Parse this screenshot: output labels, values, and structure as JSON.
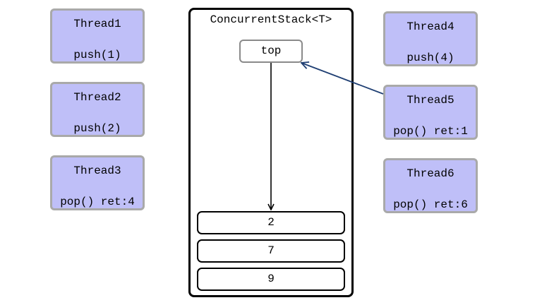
{
  "stack": {
    "title": "ConcurrentStack<T>",
    "top_label": "top",
    "nodes": [
      "2",
      "7",
      "9"
    ]
  },
  "threads": [
    {
      "name": "Thread1",
      "op": "push(1)"
    },
    {
      "name": "Thread2",
      "op": "push(2)"
    },
    {
      "name": "Thread3",
      "op": "pop() ret:4"
    },
    {
      "name": "Thread4",
      "op": "push(4)"
    },
    {
      "name": "Thread5",
      "op": "pop() ret:1"
    },
    {
      "name": "Thread6",
      "op": "pop() ret:6"
    }
  ],
  "colors": {
    "thread_fill": "#bfbff8",
    "thread_border": "#a9a9a9",
    "pointer_arrow": "#1f3f73",
    "top_arrow": "#000000"
  }
}
